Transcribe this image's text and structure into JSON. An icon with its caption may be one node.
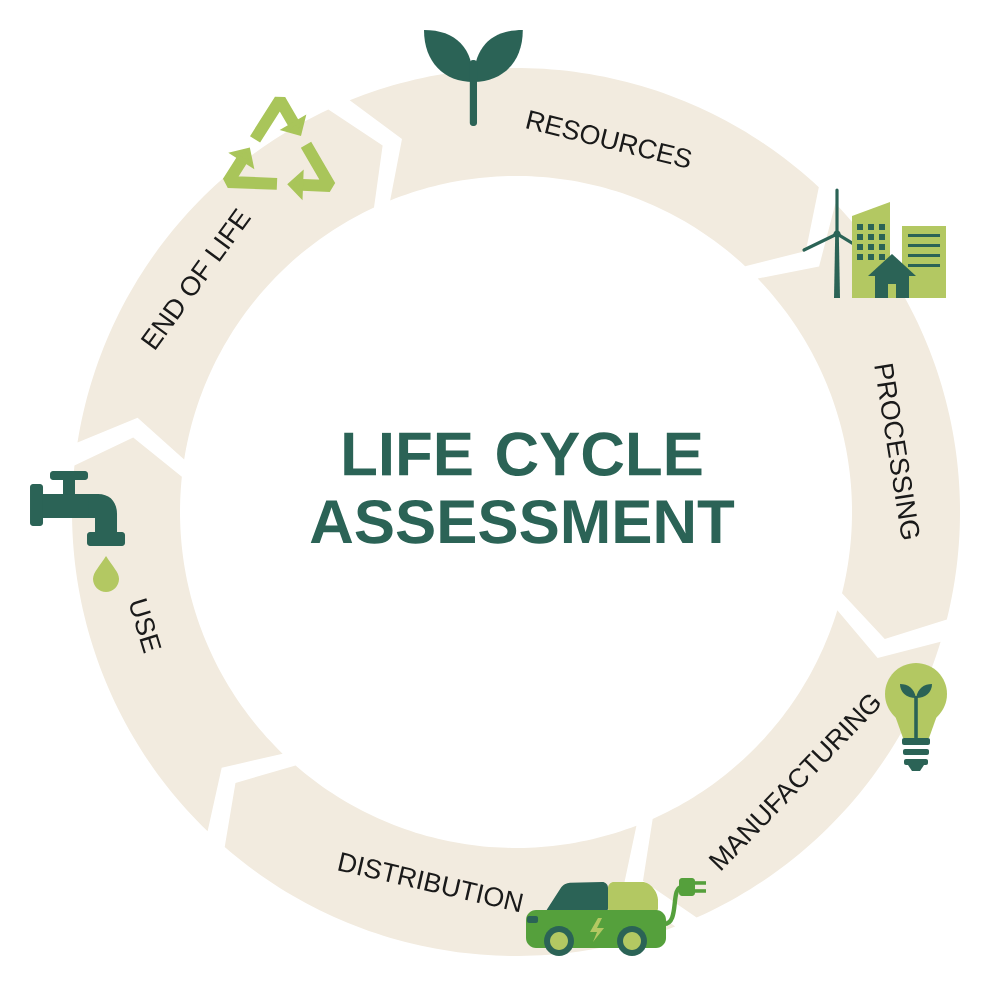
{
  "diagram": {
    "title": "LIFE CYCLE ASSESSMENT",
    "nodes": [
      {
        "text": [
          "RESOURCES"
        ]
      },
      {
        "text": [
          "PROCESSING"
        ]
      },
      {
        "text": [
          "MANUFACTURING"
        ]
      },
      {
        "text": [
          "DISTRIBUTION"
        ]
      },
      {
        "text": [
          "USE"
        ]
      },
      {
        "text": [
          "END OF LIFE"
        ]
      }
    ]
  }
}
